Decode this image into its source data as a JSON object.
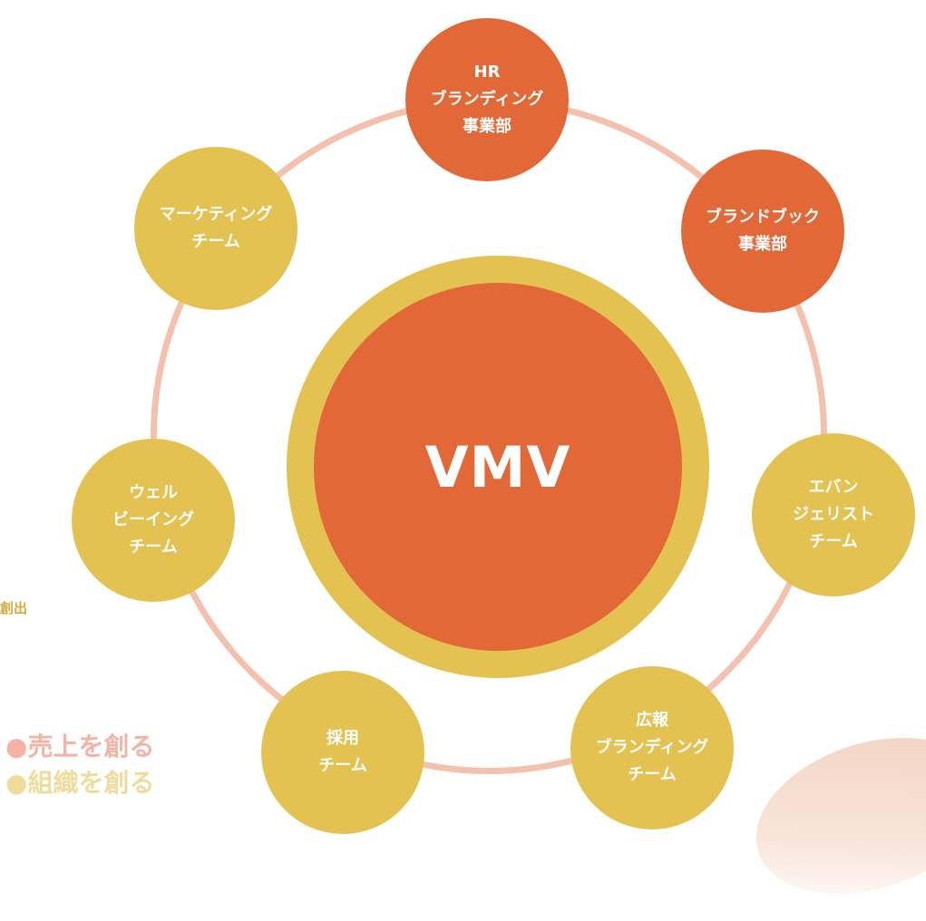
{
  "center": {
    "label": "VMV"
  },
  "nodes": [
    {
      "id": "hr-branding",
      "lines": [
        "HR",
        "ブランディング",
        "事業部"
      ],
      "tone": "orange"
    },
    {
      "id": "brandbook",
      "lines": [
        "ブランドブック",
        "事業部"
      ],
      "tone": "orange"
    },
    {
      "id": "evangelist",
      "lines": [
        "エバン",
        "ジェリスト",
        "チーム"
      ],
      "tone": "yellow"
    },
    {
      "id": "pr-branding",
      "lines": [
        "広報",
        "ブランディング",
        "チーム"
      ],
      "tone": "yellow"
    },
    {
      "id": "recruiting",
      "lines": [
        "採用",
        "チーム"
      ],
      "tone": "yellow"
    },
    {
      "id": "wellbeing",
      "lines": [
        "ウェル",
        "ビーイング",
        "チーム"
      ],
      "tone": "yellow"
    },
    {
      "id": "marketing",
      "lines": [
        "マーケティング",
        "チーム"
      ],
      "tone": "yellow"
    }
  ],
  "side_note": "創出",
  "legend": [
    {
      "dot": "●",
      "label": "売上を創る",
      "color": "#f3b4a6"
    },
    {
      "dot": "●",
      "label": "組織を創る",
      "color": "#efdc9c"
    }
  ],
  "colors": {
    "orange": "#e26837",
    "yellow": "#e3c251",
    "ring": "#f3c1ad"
  }
}
